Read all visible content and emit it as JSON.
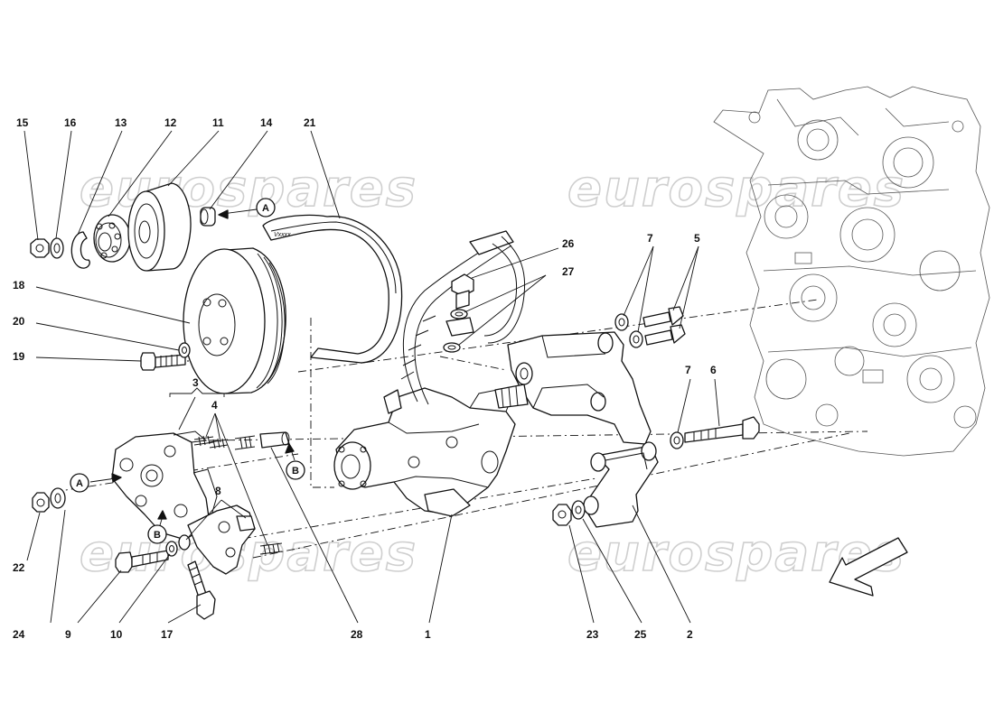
{
  "watermark": {
    "text": "eurospares",
    "color": "#cfcfcf"
  },
  "callouts": {
    "c1": "1",
    "c2": "2",
    "c3": "3",
    "c4": "4",
    "c5": "5",
    "c6": "6",
    "c7a": "7",
    "c7b": "7",
    "c8": "8",
    "c9": "9",
    "c10": "10",
    "c11": "11",
    "c12": "12",
    "c13": "13",
    "c14": "14",
    "c15": "15",
    "c16": "16",
    "c17": "17",
    "c18": "18",
    "c19": "19",
    "c20": "20",
    "c21": "21",
    "c22": "22",
    "c23": "23",
    "c24": "24",
    "c25": "25",
    "c26": "26",
    "c27": "27",
    "c28": "28"
  },
  "reference_markers": {
    "a_top": "A",
    "a_left": "A",
    "b_right": "B",
    "b_lower": "B"
  },
  "belt_label": "Vxxxx",
  "colors": {
    "line": "#111111",
    "background": "#ffffff",
    "watermark": "#cfcfcf"
  }
}
